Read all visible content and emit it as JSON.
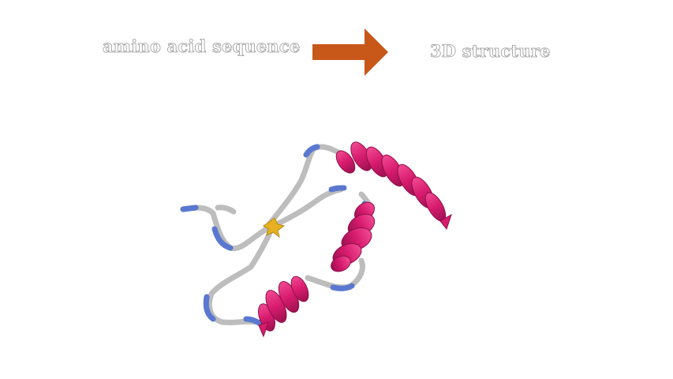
{
  "labels": {
    "left": "amino acid sequence",
    "right": "3D structure"
  },
  "colors": {
    "arrow": "#c8581a",
    "helix": "#d81b6e",
    "helix_dark": "#a0124f",
    "coil": "#c0c0c0",
    "turn": "#5a78d0",
    "disulfide": "#e6b020"
  },
  "icons": {
    "arrow": "right-arrow-icon",
    "structure": "protein-ribbon-illustration"
  }
}
